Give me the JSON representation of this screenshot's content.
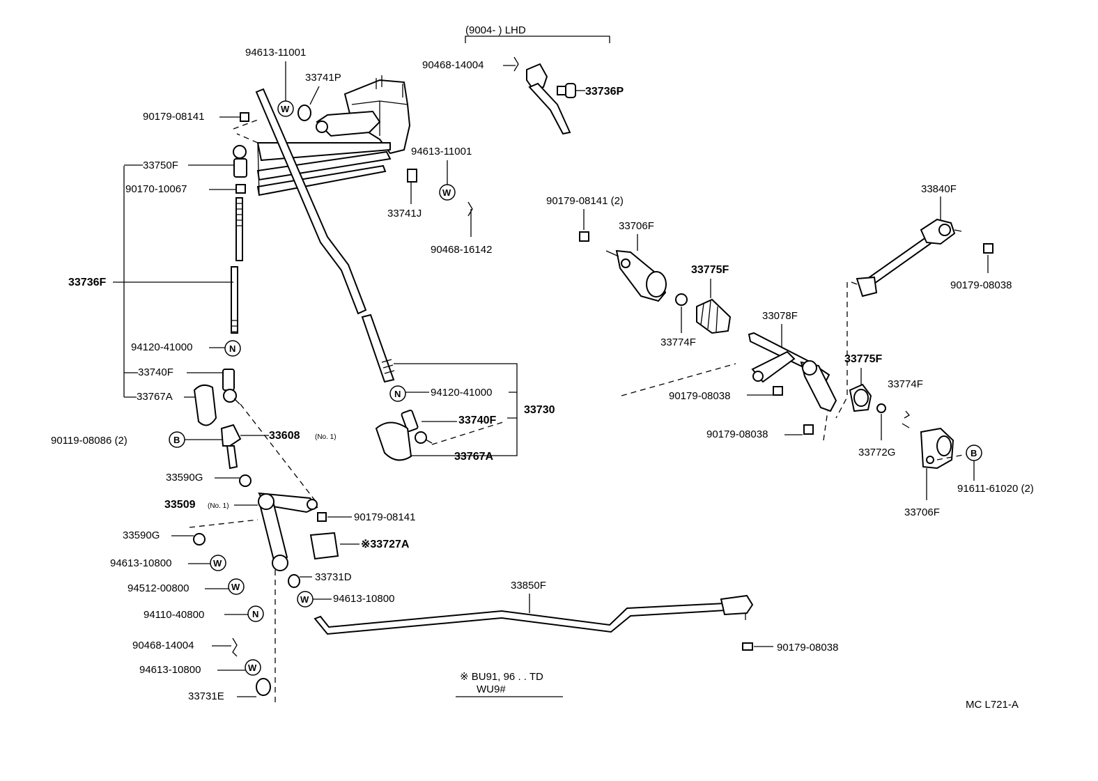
{
  "header": {
    "range": "(9004-        ) LHD"
  },
  "labels": {
    "p94613_11001_top": "94613-11001",
    "p33741P": "33741P",
    "p90468_14004_top": "90468-14004",
    "p33736P": "33736P",
    "p90179_08141_a": "90179-08141",
    "p33750F": "33750F",
    "p90170_10067": "90170-10067",
    "p94613_11001_mid": "94613-11001",
    "p33741J": "33741J",
    "p90468_16142": "90468-16142",
    "p90179_08141_2": "90179-08141 (2)",
    "p33706F_a": "33706F",
    "p33840F": "33840F",
    "p90179_08038_r": "90179-08038",
    "p33736F": "33736F",
    "p33775F_a": "33775F",
    "p33774F_a": "33774F",
    "p33078F": "33078F",
    "p94120_41000_a": "94120-41000",
    "p33740F_a": "33740F",
    "p33767A_a": "33767A",
    "p94120_41000_b": "94120-41000",
    "p33730": "33730",
    "p90179_08038_m": "90179-08038",
    "p33775F_b": "33775F",
    "p33774F_b": "33774F",
    "p33740F_b": "33740F",
    "p90119_08086": "90119-08086 (2)",
    "p33608": "33608",
    "p33608_note": "(No. 1)",
    "p90179_08038_m2": "90179-08038",
    "p33767A_b": "33767A",
    "p33772G": "33772G",
    "p33590G_a": "33590G",
    "p91611_61020": "91611-61020 (2)",
    "p33509": "33509",
    "p33509_note": "(No. 1)",
    "p90179_08141_b": "90179-08141",
    "p33706F_b": "33706F",
    "p33590G_b": "33590G",
    "p33727A": "※33727A",
    "p94613_10800_a": "94613-10800",
    "p33731D": "33731D",
    "p33850F": "33850F",
    "p94512_00800": "94512-00800",
    "p94613_10800_b": "94613-10800",
    "p94110_40800": "94110-40800",
    "p90468_14004_b": "90468-14004",
    "p90179_08038_b": "90179-08038",
    "p94613_10800_c": "94613-10800",
    "p33731E": "33731E"
  },
  "symbols": {
    "washer": "W",
    "nut": "N",
    "bolt": "B"
  },
  "footnote": {
    "line1": "※ BU91, 96 . . TD",
    "line2": "WU9#"
  },
  "diagram_code": "MC L721-A"
}
